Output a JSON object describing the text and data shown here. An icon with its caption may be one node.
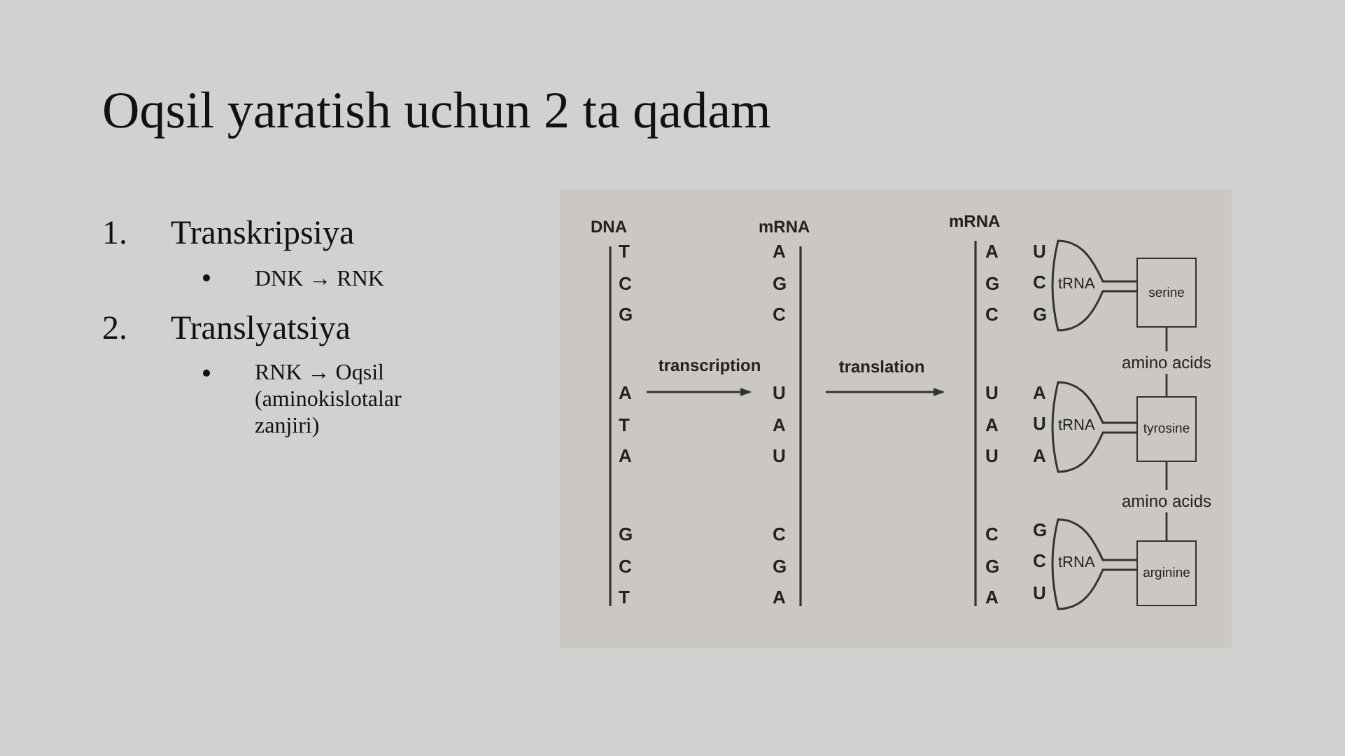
{
  "diagram": {
    "title": "Oqsil yaratish uchun 2 ta qadam",
    "nodes": [
      {
        "text": [
          "DNA",
          "T",
          "C",
          "G",
          "A",
          "T",
          "A",
          "G",
          "C",
          "T"
        ]
      },
      {
        "text": [
          "mRNA",
          "A",
          "G",
          "C",
          "U",
          "A",
          "U",
          "C",
          "G",
          "A"
        ]
      },
      {
        "text": [
          "mRNA",
          "A",
          "G",
          "C",
          "U",
          "A",
          "U",
          "C",
          "G",
          "A"
        ]
      },
      {
        "text": [
          "U",
          "C",
          "tRNA",
          "G"
        ]
      },
      {
        "text": [
          "serine"
        ]
      },
      {
        "text": [
          "A",
          "U",
          "tRNA",
          "A"
        ]
      },
      {
        "text": [
          "tyrosine"
        ]
      },
      {
        "text": [
          "G",
          "C",
          "tRNA",
          "U"
        ]
      },
      {
        "text": [
          "arginine"
        ]
      }
    ],
    "edges": [
      {
        "from": 0,
        "to": 1,
        "arrow": "to",
        "label": "transcription"
      },
      {
        "from": 1,
        "to": 2,
        "arrow": "to",
        "label": "translation"
      },
      {
        "from": 4,
        "to": 6,
        "arrow": "none",
        "label": "amino acids"
      },
      {
        "from": 6,
        "to": 8,
        "arrow": "none",
        "label": "amino acids"
      }
    ],
    "labels": [
      "1.",
      "Transkripsiya",
      "DNK → RNK",
      "2.",
      "Translyatsiya",
      "RNK → Oqsil (aminokislotalar zanjiri)"
    ]
  }
}
